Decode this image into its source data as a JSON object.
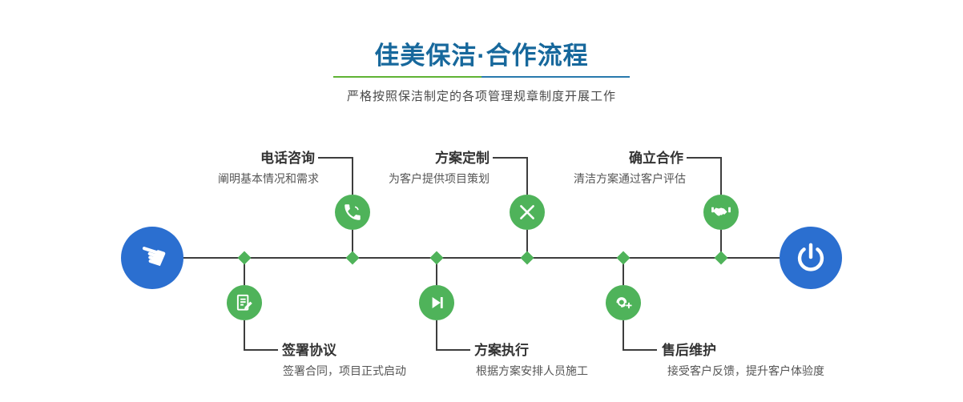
{
  "page": {
    "title": "佳美保洁·合作流程",
    "subtitle": "严格按照保洁制定的各项管理规章制度开展工作"
  },
  "colors": {
    "title_blue": "#17689c",
    "node_green": "#4fb35a",
    "endpoint_blue": "#2b6fd0",
    "line_dark": "#3d3d3d",
    "divider_green": "#5fb334",
    "divider_blue": "#2879ad"
  },
  "timeline": {
    "start_icon": "hand-pointer-icon",
    "start_glyph": "☚",
    "end_icon": "power-icon"
  },
  "steps": {
    "top": [
      {
        "label": "电话咨询",
        "desc": "阐明基本情况和需求",
        "icon": "phone-icon"
      },
      {
        "label": "方案定制",
        "desc": "为客户提供项目策划",
        "icon": "pen-tools-icon"
      },
      {
        "label": "确立合作",
        "desc": "清洁方案通过客户评估",
        "icon": "handshake-icon"
      }
    ],
    "bottom": [
      {
        "label": "签署协议",
        "desc": "签署合同，项目正式启动",
        "icon": "contract-icon"
      },
      {
        "label": "方案执行",
        "desc": "根据方案安排人员施工",
        "icon": "play-next-icon"
      },
      {
        "label": "售后维护",
        "desc": "接受客户反馈，提升客户体验度",
        "icon": "headset-plus-icon"
      }
    ]
  }
}
